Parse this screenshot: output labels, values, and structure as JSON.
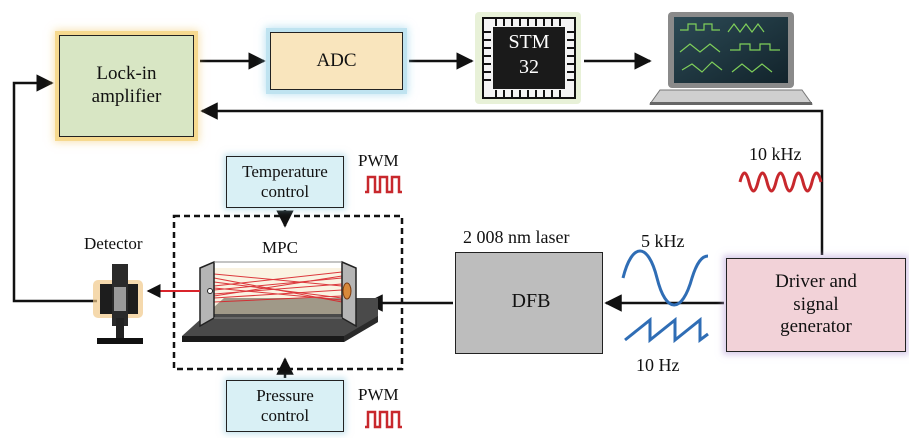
{
  "blocks": {
    "lockin": "Lock-in\namplifier",
    "adc": "ADC",
    "stm_line1": "STM",
    "stm_line2": "32",
    "temperature": "Temperature\ncontrol",
    "pressure": "Pressure\ncontrol",
    "driver": "Driver and\nsignal\ngenerator",
    "dfb": "DFB"
  },
  "labels": {
    "pwm_top": "PWM",
    "pwm_bottom": "PWM",
    "detector": "Detector",
    "mpc": "MPC",
    "laser": "2 008 nm laser",
    "freq_ref": "10 kHz",
    "freq_sine": "5 kHz",
    "freq_ramp": "10 Hz"
  },
  "colors": {
    "lockin_fill": "#d8e6c4",
    "adc_fill": "#f9e5bd",
    "control_fill": "#d9f0f5",
    "driver_fill": "#f2d2d8",
    "laser_fill": "#bdbdbd",
    "dfb_fill": "#e6b43a",
    "wave_red": "#c8282d",
    "wave_blue": "#2f6db5",
    "beam_red": "#d9242b"
  },
  "icons": [
    "stm32-chip-icon",
    "laptop-icon",
    "pwm-pulse-icon",
    "sine-wave-icon",
    "sawtooth-wave-icon",
    "detector-icon",
    "mpc-cell-icon",
    "dfb-chip-icon"
  ]
}
